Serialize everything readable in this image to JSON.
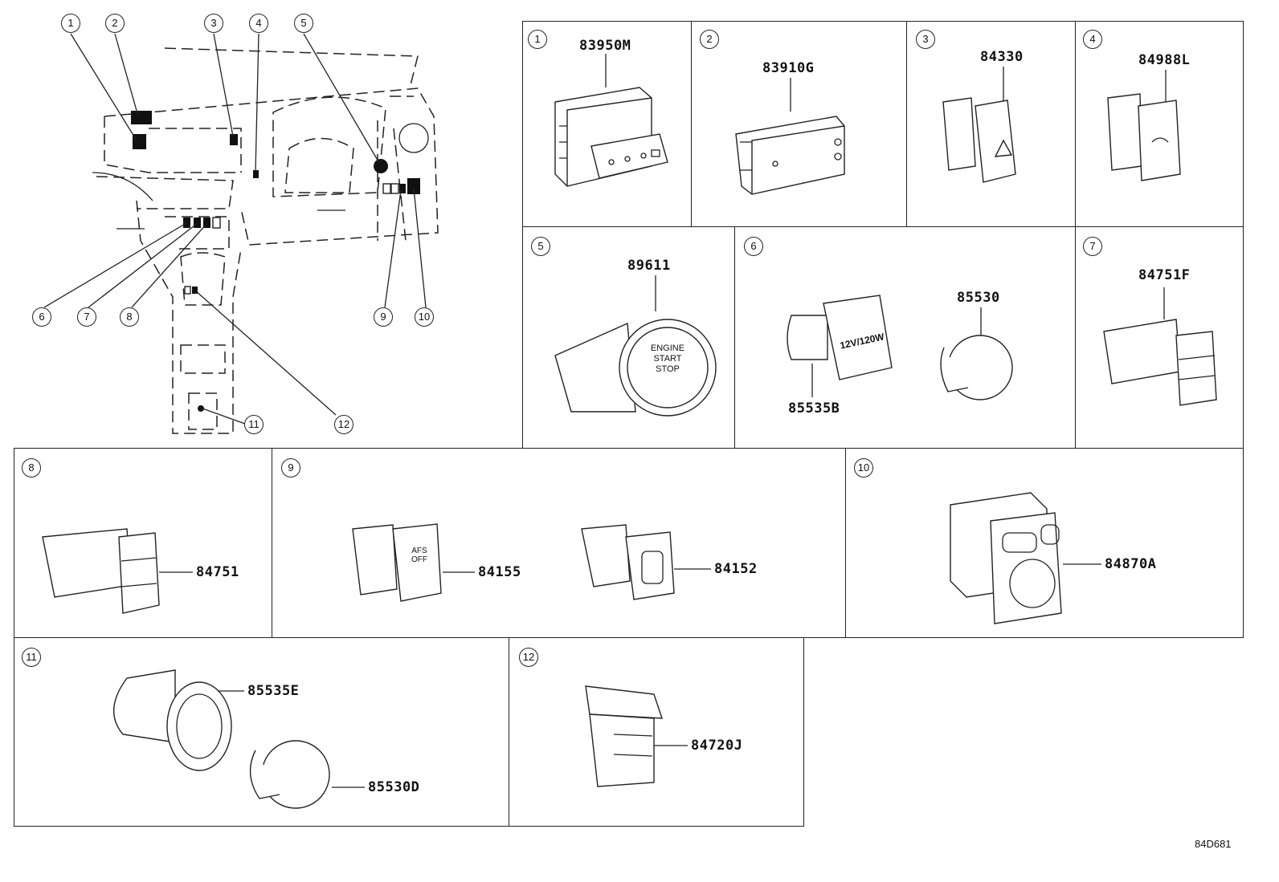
{
  "overview": {
    "callouts": [
      "1",
      "2",
      "3",
      "4",
      "5",
      "6",
      "7",
      "8",
      "9",
      "10",
      "11",
      "12"
    ]
  },
  "panels": [
    {
      "index": "1",
      "parts": [
        "83950M"
      ]
    },
    {
      "index": "2",
      "parts": [
        "83910G"
      ]
    },
    {
      "index": "3",
      "parts": [
        "84330"
      ]
    },
    {
      "index": "4",
      "parts": [
        "84988L"
      ]
    },
    {
      "index": "5",
      "parts": [
        "89611"
      ],
      "button_text": [
        "ENGINE",
        "START",
        "STOP"
      ]
    },
    {
      "index": "6",
      "parts": [
        "85535B",
        "85530"
      ],
      "socket_text": "12V/120W"
    },
    {
      "index": "7",
      "parts": [
        "84751F"
      ]
    },
    {
      "index": "8",
      "parts": [
        "84751"
      ]
    },
    {
      "index": "9",
      "parts": [
        "84155",
        "84152"
      ],
      "button_text": [
        "AFS",
        "OFF"
      ]
    },
    {
      "index": "10",
      "parts": [
        "84870A"
      ]
    },
    {
      "index": "11",
      "parts": [
        "85535E",
        "85530D"
      ]
    },
    {
      "index": "12",
      "parts": [
        "84720J"
      ]
    }
  ],
  "footer": {
    "code": "84D681"
  }
}
